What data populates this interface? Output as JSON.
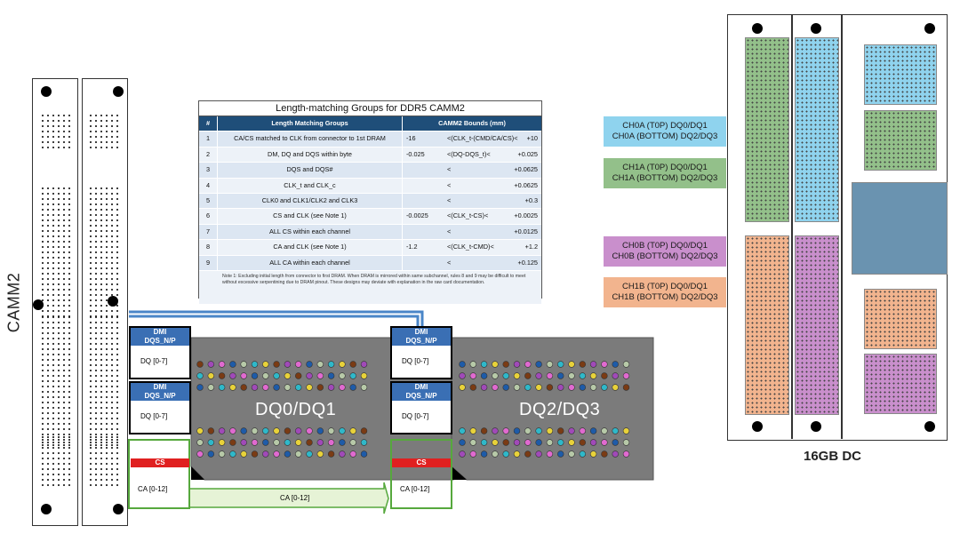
{
  "camm_label": "CAMM2",
  "table": {
    "title": "Length-matching Groups for DDR5 CAMM2",
    "headers": [
      "#",
      "Length Matching Groups",
      "CAMM2 Bounds (mm)"
    ],
    "rows": [
      {
        "n": "1",
        "group": "CA/CS matched to CLK from connector to 1st DRAM",
        "lo": "-16",
        "expr": "<(CLK_t-(CMD/CA/CS)<",
        "hi": "+10"
      },
      {
        "n": "2",
        "group": "DM, DQ and DQS within byte",
        "lo": "-0.025",
        "expr": "<(DQ-DQS_t)<",
        "hi": "+0.025"
      },
      {
        "n": "3",
        "group": "DQS and DQS#",
        "lo": "",
        "expr": "<",
        "hi": "+0.0625"
      },
      {
        "n": "4",
        "group": "CLK_t and CLK_c",
        "lo": "",
        "expr": "<",
        "hi": "+0.0625"
      },
      {
        "n": "5",
        "group": "CLK0 and CLK1/CLK2 and CLK3",
        "lo": "",
        "expr": "<",
        "hi": "+0.3"
      },
      {
        "n": "6",
        "group": "CS and CLK (see Note 1)",
        "lo": "-0.0025",
        "expr": "<(CLK_t-CS)<",
        "hi": "+0.0025"
      },
      {
        "n": "7",
        "group": "ALL CS within each channel",
        "lo": "",
        "expr": "<",
        "hi": "+0.0125"
      },
      {
        "n": "8",
        "group": "CA and CLK (see Note 1)",
        "lo": "-1.2",
        "expr": "<(CLK_t-CMD)<",
        "hi": "+1.2"
      },
      {
        "n": "9",
        "group": "ALL CA within each channel",
        "lo": "",
        "expr": "<",
        "hi": "+0.125"
      }
    ],
    "note": "Note 1: Excluding initial length from connector to first DRAM.  When DRAM is mirrored within same subchannel, rules 8 and 9 may be difficult to meet without excessive serpentining due to DRAM pinout.  These designs may deviate with explanation in the raw card documentation."
  },
  "channels": [
    {
      "line1": "CH0A  (T0P) DQ0/DQ1",
      "line2": "CH0A (BOTTOM) DQ2/DQ3",
      "color": "#8fd3ee"
    },
    {
      "line1": "CH1A (T0P) DQ0/DQ1",
      "line2": "CH1A (BOTTOM) DQ2/DQ3",
      "color": "#93c08a"
    },
    {
      "line1": "CH0B (T0P) DQ0/DQ1",
      "line2": "CH0B (BOTTOM) DQ2/DQ3",
      "color": "#c98fcc"
    },
    {
      "line1": "CH1B (T0P) DQ0/DQ1",
      "line2": "CH1B (BOTTOM) DQ2/DQ3",
      "color": "#f2b48e"
    }
  ],
  "dimm_title": "16GB DC",
  "dram": {
    "left": "DQ0/DQ1",
    "right": "DQ2/DQ3"
  },
  "signals": {
    "dmi": "DMI",
    "dqs": "DQS_N/P",
    "dq": "DQ [0-7]",
    "cs": "CS",
    "ca": "CA [0-12]"
  }
}
